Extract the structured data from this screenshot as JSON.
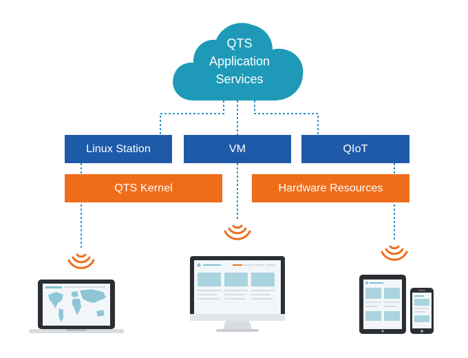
{
  "cloud": {
    "line1": "QTS",
    "line2": "Application",
    "line3": "Services"
  },
  "modules": {
    "linux_station": "Linux Station",
    "vm": "VM",
    "qiot": "QIoT"
  },
  "base": {
    "kernel": "QTS Kernel",
    "hardware": "Hardware Resources"
  },
  "colors": {
    "cloud": "#1e9ab8",
    "module": "#1f5aa9",
    "base": "#ef6c1a",
    "connector": "#2e8fc9",
    "wifi": "#ef6c1a"
  },
  "devices": [
    "laptop",
    "desktop-monitor",
    "tablet",
    "smartphone"
  ]
}
